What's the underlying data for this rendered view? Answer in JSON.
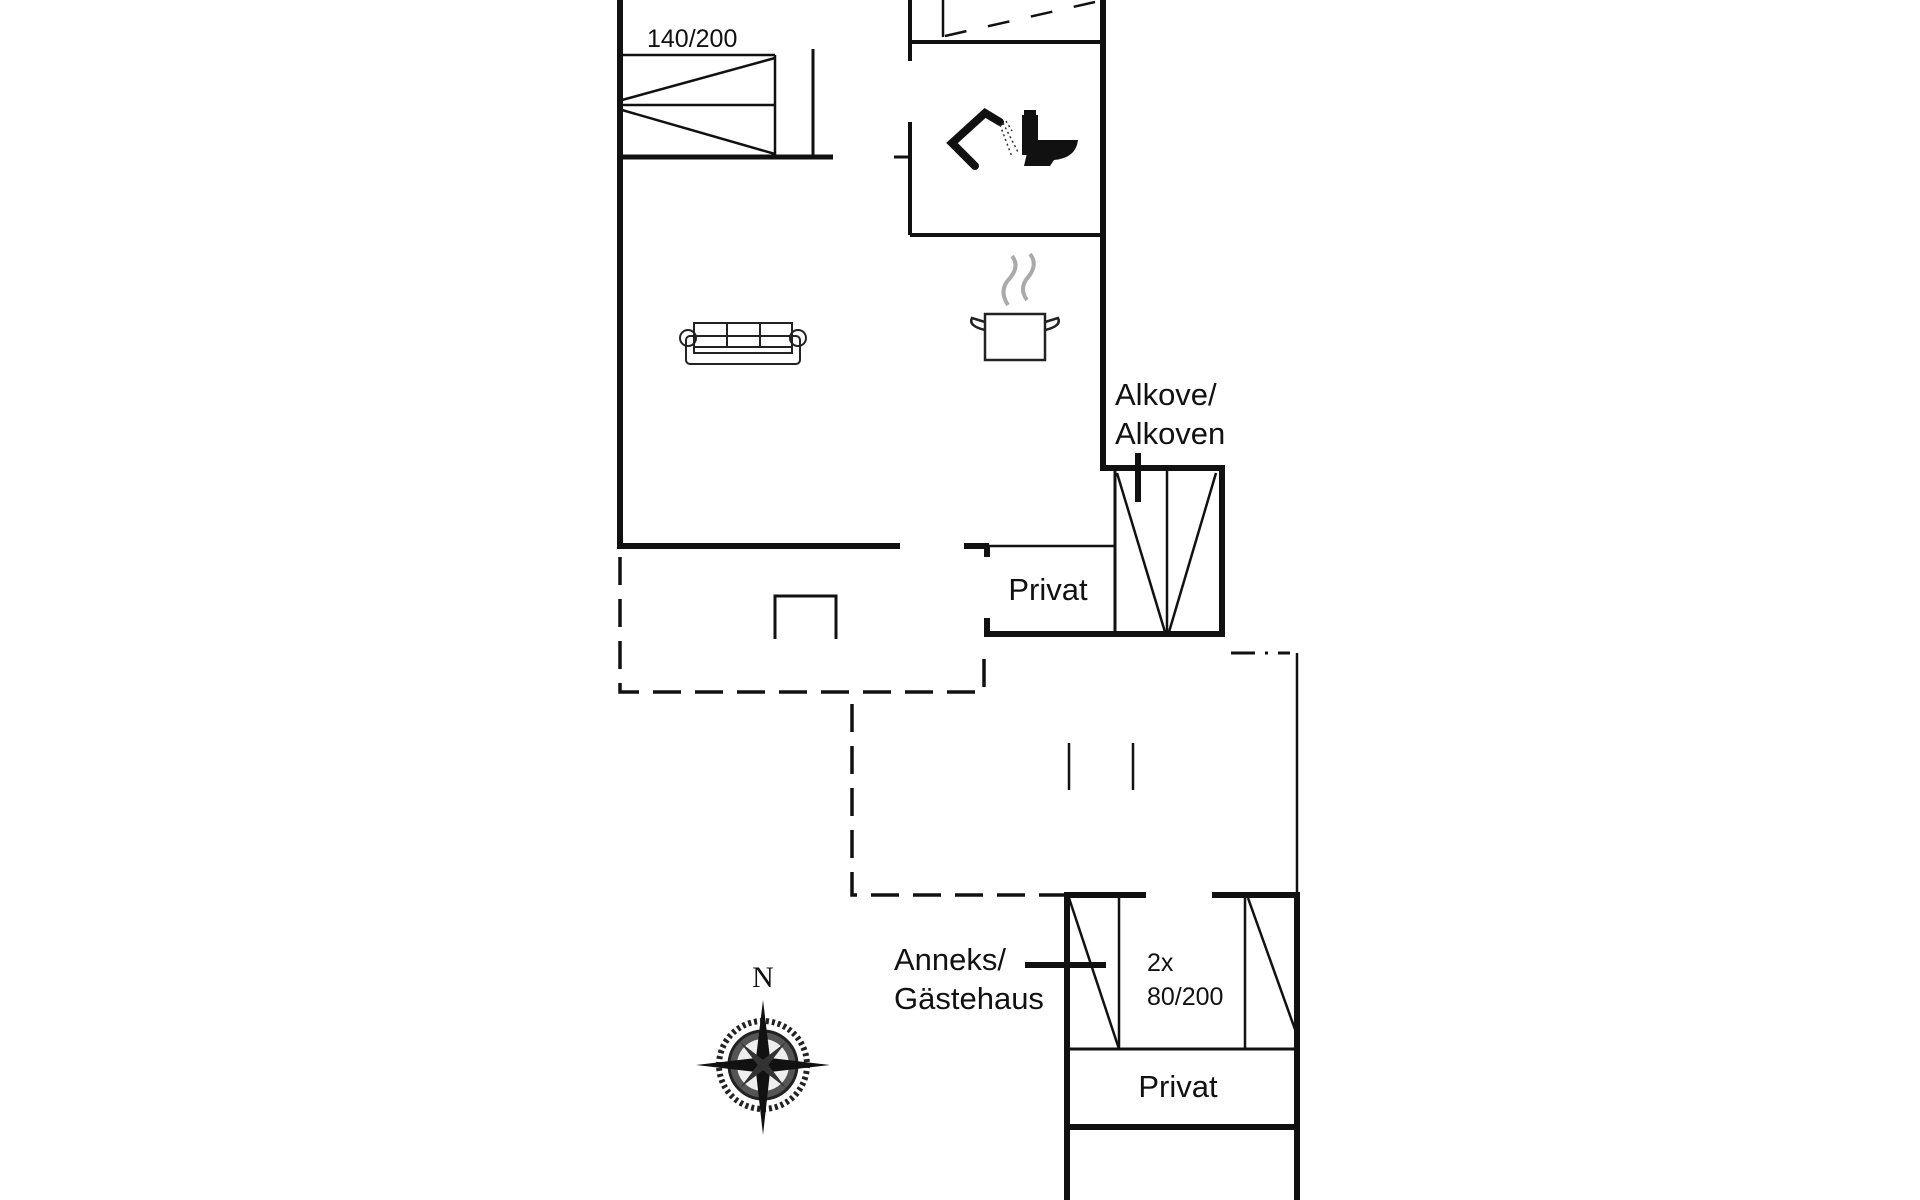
{
  "plan": {
    "bed_main": "140/200",
    "alcove_label_line1": "Alkove/",
    "alcove_label_line2": "Alkoven",
    "private_room_1": "Privat",
    "annex_label_line1": "Anneks/",
    "annex_label_line2": "Gästehaus",
    "annex_beds_line1": "2x",
    "annex_beds_line2": "80/200",
    "private_room_2": "Privat",
    "compass_north": "N"
  },
  "icons": [
    "shower-icon",
    "toilet-icon",
    "sofa-icon",
    "cooking-pot-icon",
    "compass-rose-icon"
  ],
  "colors": {
    "wall": "#111111",
    "background": "#ffffff",
    "steam": "#9a9a9a"
  }
}
